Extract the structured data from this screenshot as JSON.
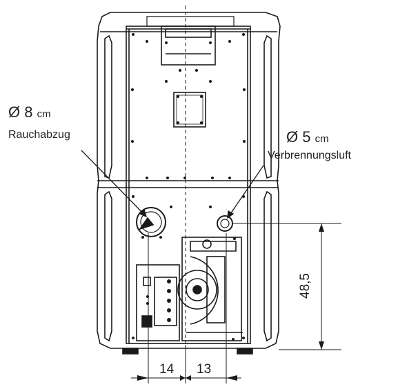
{
  "labels": {
    "smoke_diameter_symbol": "Ø 8",
    "smoke_diameter_unit": "cm",
    "smoke_name": "Rauchabzug",
    "air_diameter_symbol": "Ø 5",
    "air_diameter_unit": "cm",
    "air_name": "Verbrennungsluft"
  },
  "dimensions": {
    "left_offset": "14",
    "right_offset": "13",
    "height": "48,5"
  }
}
